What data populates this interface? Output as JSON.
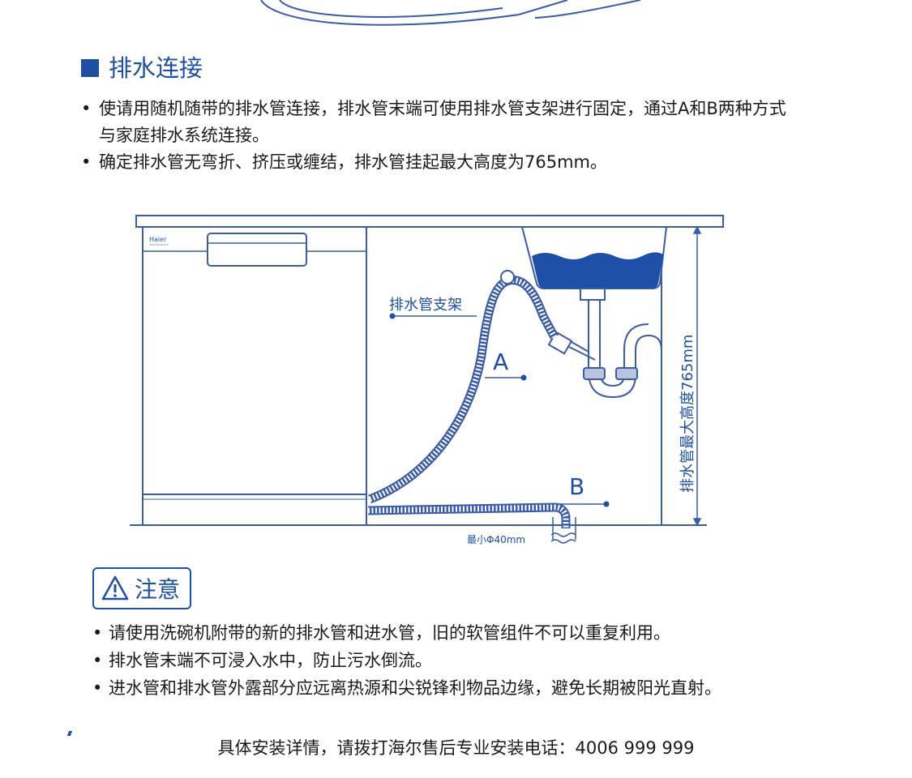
{
  "section": {
    "title": "排水连接",
    "bullets": [
      "使请用随机随带的排水管连接，排水管末端可使用排水管支架进行固定，通过A和B两种方式与家庭排水系统连接。",
      "确定排水管无弯折、挤压或缠结，排水管挂起最大高度为765mm。"
    ]
  },
  "diagram": {
    "brand": "Haier",
    "bracket_label": "排水管支架",
    "method_a": "A",
    "method_b": "B",
    "min_diameter": "最小Φ40mm",
    "max_height": "排水管最大高度765mm"
  },
  "notice": {
    "title": "注意",
    "items": [
      "请使用洗碗机附带的新的排水管和进水管，旧的软管组件不可以重复利用。",
      "排水管末端不可浸入水中，防止污水倒流。",
      "进水管和排水管外露部分应远离热源和尖锐锋利物品边缘，避免长期被阳光直射。"
    ]
  },
  "footer": "具体安装详情，请拨打海尔售后专业安装电话：4006 999 999",
  "colors": {
    "accent": "#1f4fa3",
    "water": "#1e50a8",
    "line": "#3a5ba8"
  },
  "icons": {
    "warning": "warning-triangle-icon"
  }
}
